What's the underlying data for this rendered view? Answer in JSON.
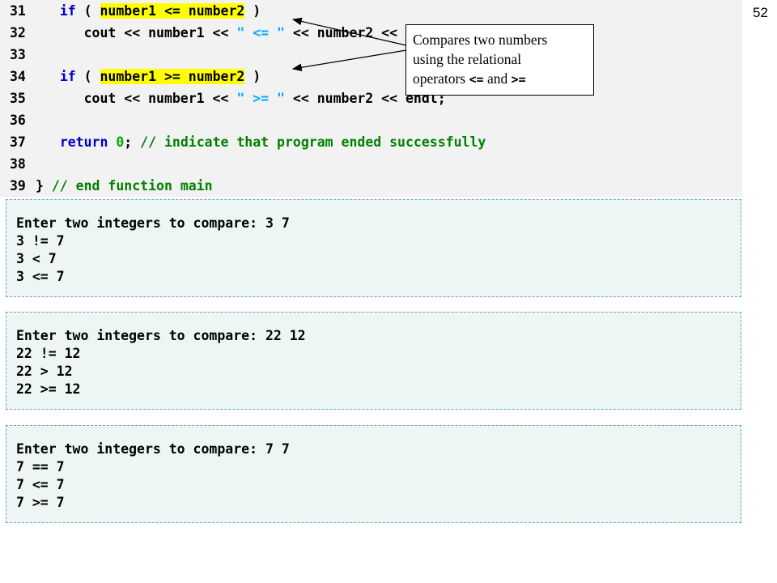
{
  "page_number": "52",
  "code_lines": [
    {
      "num": "31",
      "parts": [
        {
          "text": "   "
        },
        {
          "text": "if",
          "cls": "kw"
        },
        {
          "text": " ( "
        },
        {
          "text": "number1 <= number2",
          "cls": "hl"
        },
        {
          "text": " )"
        }
      ]
    },
    {
      "num": "32",
      "parts": [
        {
          "text": "      cout << number1 << "
        },
        {
          "text": "\" <= \"",
          "cls": "st"
        },
        {
          "text": " << number2 << endl;"
        }
      ]
    },
    {
      "num": "33",
      "parts": []
    },
    {
      "num": "34",
      "parts": [
        {
          "text": "   "
        },
        {
          "text": "if",
          "cls": "kw"
        },
        {
          "text": " ( "
        },
        {
          "text": "number1 >= number2",
          "cls": "hl"
        },
        {
          "text": " )"
        }
      ]
    },
    {
      "num": "35",
      "parts": [
        {
          "text": "      cout << number1 << "
        },
        {
          "text": "\" >= \"",
          "cls": "st"
        },
        {
          "text": " << number2 << endl;"
        }
      ]
    },
    {
      "num": "36",
      "parts": []
    },
    {
      "num": "37",
      "parts": [
        {
          "text": "   "
        },
        {
          "text": "return",
          "cls": "kw"
        },
        {
          "text": " "
        },
        {
          "text": "0",
          "cls": "nm"
        },
        {
          "text": "; "
        },
        {
          "text": "// indicate that program ended successfully",
          "cls": "cm"
        }
      ]
    },
    {
      "num": "38",
      "parts": []
    },
    {
      "num": "39",
      "parts": [
        {
          "text": "} "
        },
        {
          "text": "// end function main",
          "cls": "cm"
        }
      ]
    }
  ],
  "callout": {
    "line1": "Compares two numbers",
    "line2": "using the relational",
    "line3_prefix": "operators ",
    "op1": "<=",
    "and_text": " and ",
    "op2": ">="
  },
  "outputs": [
    [
      "Enter two integers to compare: 3 7",
      "3 != 7",
      "3 < 7",
      "3 <= 7"
    ],
    [
      "Enter two integers to compare: 22 12",
      "22 != 12",
      "22 > 12",
      "22 >= 12"
    ],
    [
      "Enter two integers to compare: 7 7",
      "7 == 7",
      "7 <= 7",
      "7 >= 7"
    ]
  ]
}
